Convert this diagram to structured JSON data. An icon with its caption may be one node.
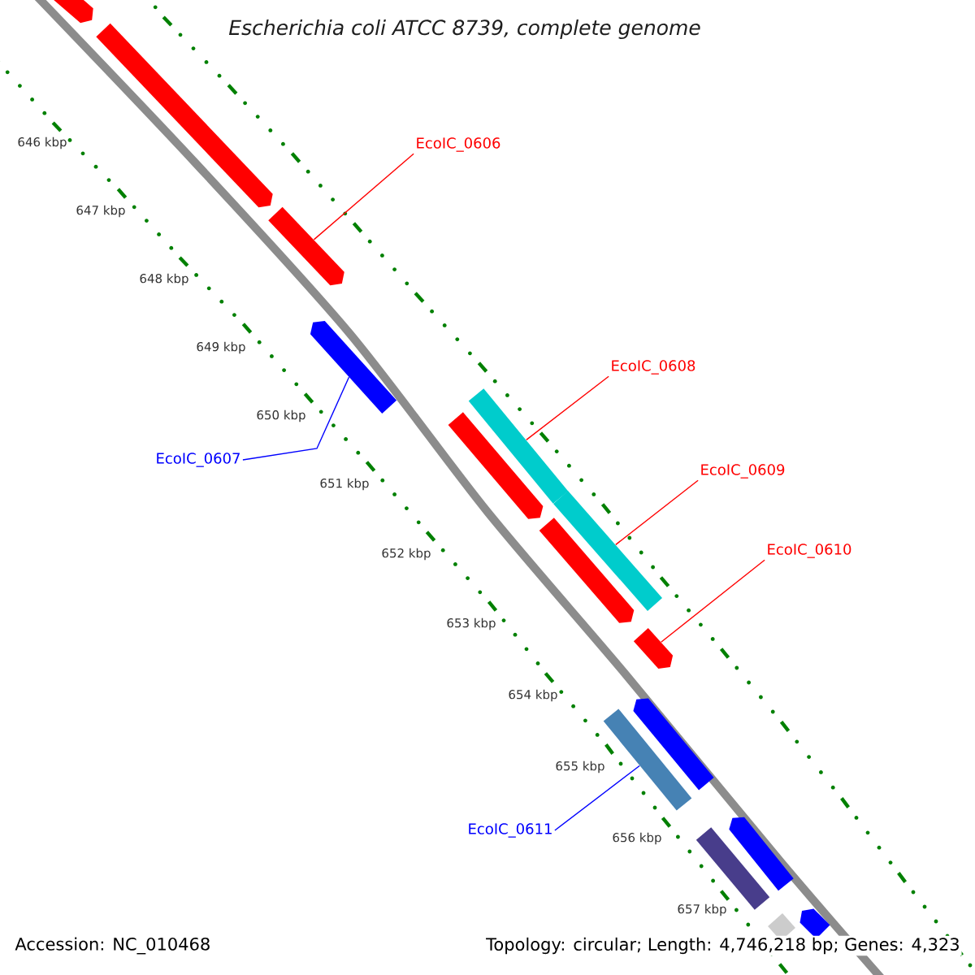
{
  "diagram": {
    "title": "Escherichia coli ATCC 8739, complete genome",
    "nodes": [
      {
        "text": [
          "EcoIC_0606"
        ]
      },
      {
        "text": [
          "EcoIC_0607"
        ]
      },
      {
        "text": [
          "EcoIC_0608"
        ]
      },
      {
        "text": [
          "EcoIC_0609"
        ]
      },
      {
        "text": [
          "EcoIC_0610"
        ]
      },
      {
        "text": [
          "EcoIC_0611"
        ]
      },
      {
        "text": [],
        "shape": "bar"
      },
      {
        "text": [],
        "shape": "bar"
      },
      {
        "text": [],
        "shape": "bar"
      },
      {
        "text": [],
        "shape": "bar"
      },
      {
        "text": [],
        "shape": "bar"
      },
      {
        "text": [],
        "shape": "bar"
      },
      {
        "text": [],
        "shape": "bar"
      },
      {
        "text": [],
        "shape": "bar"
      },
      {
        "text": [],
        "shape": "bar"
      },
      {
        "text": [],
        "shape": "bar"
      },
      {
        "text": [],
        "shape": "bar"
      },
      {
        "text": [],
        "shape": "bar"
      },
      {
        "text": [],
        "shape": "bar"
      },
      {
        "text": [],
        "shape": "bar"
      },
      {
        "text": [],
        "shape": "bar"
      }
    ],
    "edges": [
      {
        "from": 0,
        "to": 8,
        "arrow": "none"
      },
      {
        "from": 1,
        "to": 9,
        "arrow": "none",
        "color": "#0000ff"
      },
      {
        "from": 2,
        "to": 10,
        "arrow": "none"
      },
      {
        "from": 3,
        "to": 12,
        "arrow": "none"
      },
      {
        "from": 4,
        "to": 14,
        "arrow": "none"
      },
      {
        "from": 5,
        "to": 16,
        "arrow": "none",
        "color": "#0000ff"
      }
    ],
    "labels": [
      "646 kbp",
      "647 kbp",
      "648 kbp",
      "649 kbp",
      "650 kbp",
      "651 kbp",
      "652 kbp",
      "653 kbp",
      "654 kbp",
      "655 kbp",
      "656 kbp",
      "657 kbp",
      "Accession: NC_010468",
      "Topology: circular; Length: 4,746,218 bp; Genes: 4,323"
    ]
  }
}
